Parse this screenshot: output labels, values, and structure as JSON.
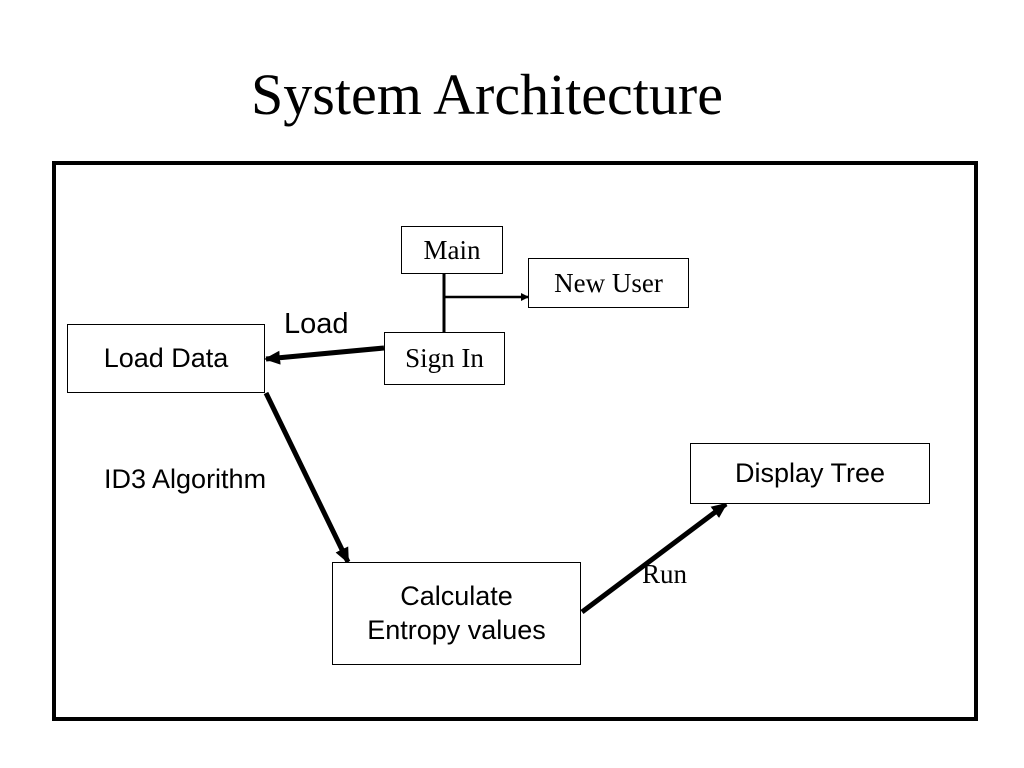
{
  "title": "System Architecture",
  "diagram": {
    "nodes": {
      "main": "Main",
      "new_user": "New User",
      "sign_in": "Sign In",
      "load_data": "Load Data",
      "calculate_line1": "Calculate",
      "calculate_line2": "Entropy values",
      "display_tree": "Display Tree"
    },
    "edge_labels": {
      "load": "Load",
      "id3": "ID3 Algorithm",
      "run": "Run"
    }
  }
}
